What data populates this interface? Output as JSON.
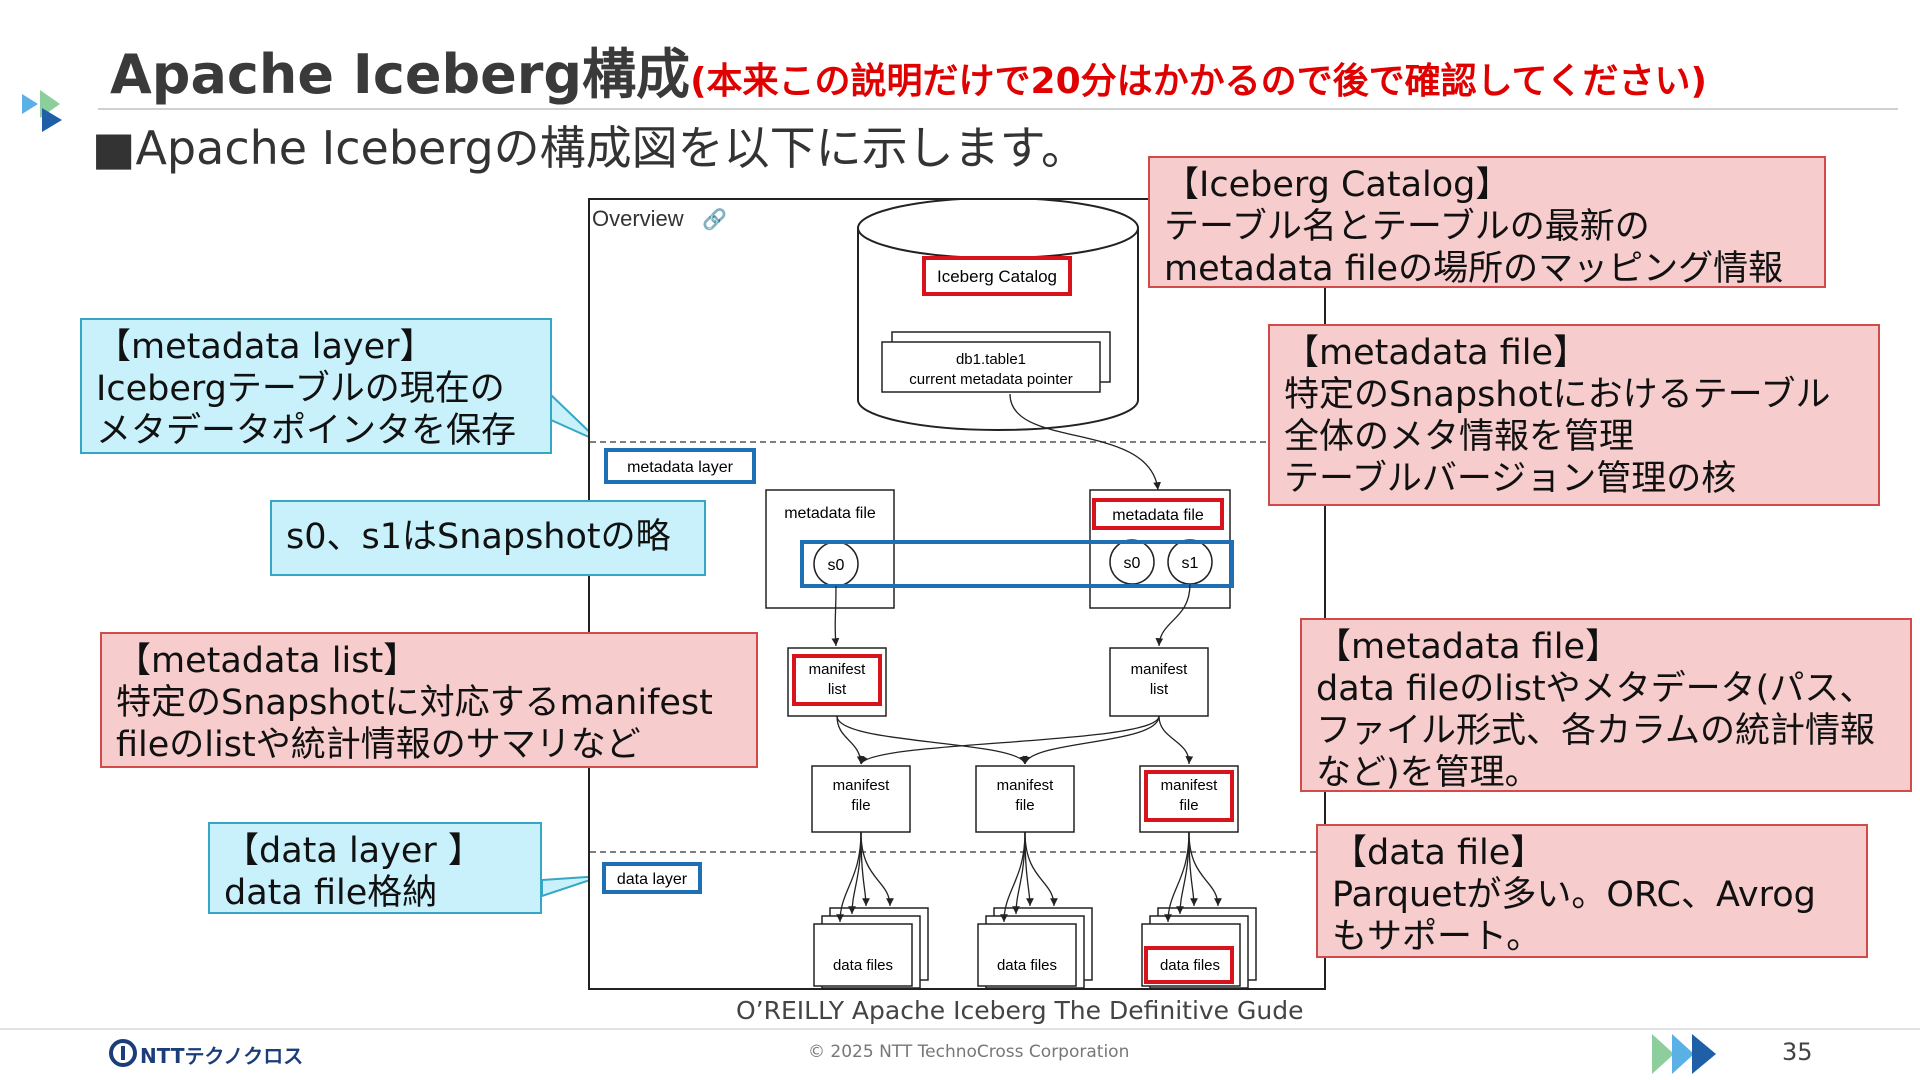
{
  "header": {
    "title": "Apache Iceberg構成",
    "title_note": "(本来この説明だけで20分はかかるので後で確認してください)",
    "bullet": "■Apache Icebergの構成図を以下に示します。"
  },
  "diagram": {
    "overview_label": "Overview",
    "catalog_label": "Iceberg Catalog",
    "pointer_line1": "db1.table1",
    "pointer_line2": "current metadata pointer",
    "metadata_layer_label": "metadata layer",
    "data_layer_label": "data layer",
    "metadata_file": "metadata file",
    "s0": "s0",
    "s1": "s1",
    "manifest": "manifest",
    "list": "list",
    "file": "file",
    "data_files": "data files"
  },
  "callouts": {
    "catalog": [
      "【Iceberg Catalog】",
      "テーブル名とテーブルの最新の",
      "metadata fileの場所のマッピング情報"
    ],
    "metadata_layer": [
      "【metadata layer】",
      "Icebergテーブルの現在の",
      "メタデータポインタを保存"
    ],
    "metadata_file": [
      "【metadata file】",
      "特定のSnapshotにおけるテーブル",
      "全体のメタ情報を管理",
      "テーブルバージョン管理の核"
    ],
    "snapshot": [
      "s0、s1はSnapshotの略"
    ],
    "metadata_list": [
      "【metadata list】",
      "特定のSnapshotに対応するmanifest",
      "fileのlistや統計情報のサマリなど"
    ],
    "manifest_file": [
      "【metadata file】",
      "data fileのlistやメタデータ(パス、",
      "ファイル形式、各カラムの統計情報",
      "など)を管理。"
    ],
    "data_layer": [
      "【data layer 】",
      "data file格納"
    ],
    "data_file": [
      "【data file】",
      "Parquetが多い。ORC、Avrog",
      "もサポート。"
    ]
  },
  "caption": "O’REILLY Apache Iceberg The Definitive Gude",
  "footer": {
    "logo": "NTTテクノクロス",
    "copyright": "© 2025 NTT TechnoCross Corporation",
    "page": "35"
  },
  "colors": {
    "red_accent": "#e00000",
    "blue_accent": "#1f6fb5",
    "callout_blue": "#c8f1fb",
    "callout_red": "#f6cccd"
  }
}
